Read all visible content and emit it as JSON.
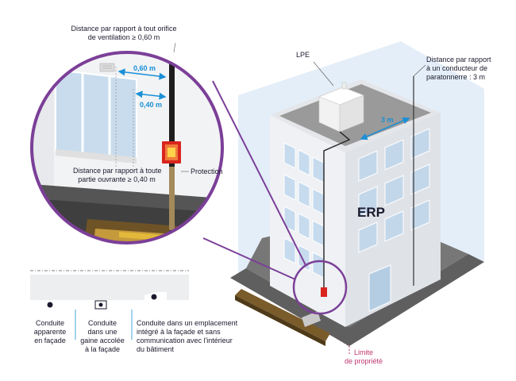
{
  "labels": {
    "ventilation": [
      "Distance par rapport à tout orifice",
      "de ventilation ≥ 0,60 m"
    ],
    "ouvrante": [
      "Distance par rapport à toute",
      "partie ouvrante ≥ 0,40 m"
    ],
    "protection": "Protection",
    "lpe": "LPE",
    "paratonnerre": [
      "Distance par rapport",
      "à un conducteur de",
      "paratonnerre : 3 m"
    ],
    "erp": "ERP",
    "limite": [
      "Limite",
      "de propriété"
    ],
    "m060": "0,60 m",
    "m040": "0,40 m",
    "m3": "3 m"
  },
  "legend": [
    [
      "Conduite",
      "apparente",
      "en façade"
    ],
    [
      "Conduite",
      "dans une",
      "gaine accolée",
      "à la façade"
    ],
    [
      "Conduite dans un emplacement",
      "intégré à la façade et sans",
      "communication avec l'intérieur",
      "du bâtiment"
    ]
  ],
  "colors": {
    "accent_blue": "#1a8fd6",
    "circle_purple": "#7b3f98",
    "limit_pink": "#c0366e",
    "facade": "#f3f4f6",
    "glass": "#c9dcee",
    "ground": "#6b6b6b",
    "protection_red": "#d9251d"
  }
}
